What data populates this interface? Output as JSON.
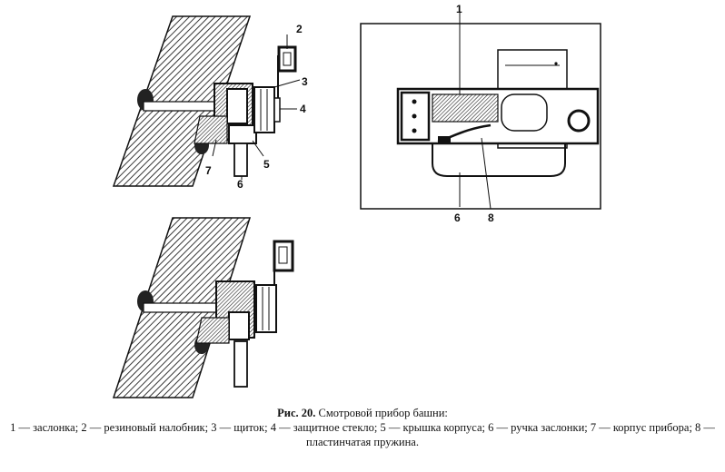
{
  "figure": {
    "label": "Рис. 20.",
    "title": "Смотровой прибор башни:",
    "legend": "1 — заслонка; 2 — резиновый налобник; 3 — щиток; 4 — защитное стекло; 5 — крышка корпуса; 6 — ручка заслонки; 7 — корпус прибора; 8 — пластинчатая пружина."
  },
  "callouts": {
    "c1": "1",
    "c2": "2",
    "c3": "3",
    "c4": "4",
    "c5": "5",
    "c6a": "6",
    "c7": "7",
    "c6b": "6",
    "c8": "8"
  }
}
